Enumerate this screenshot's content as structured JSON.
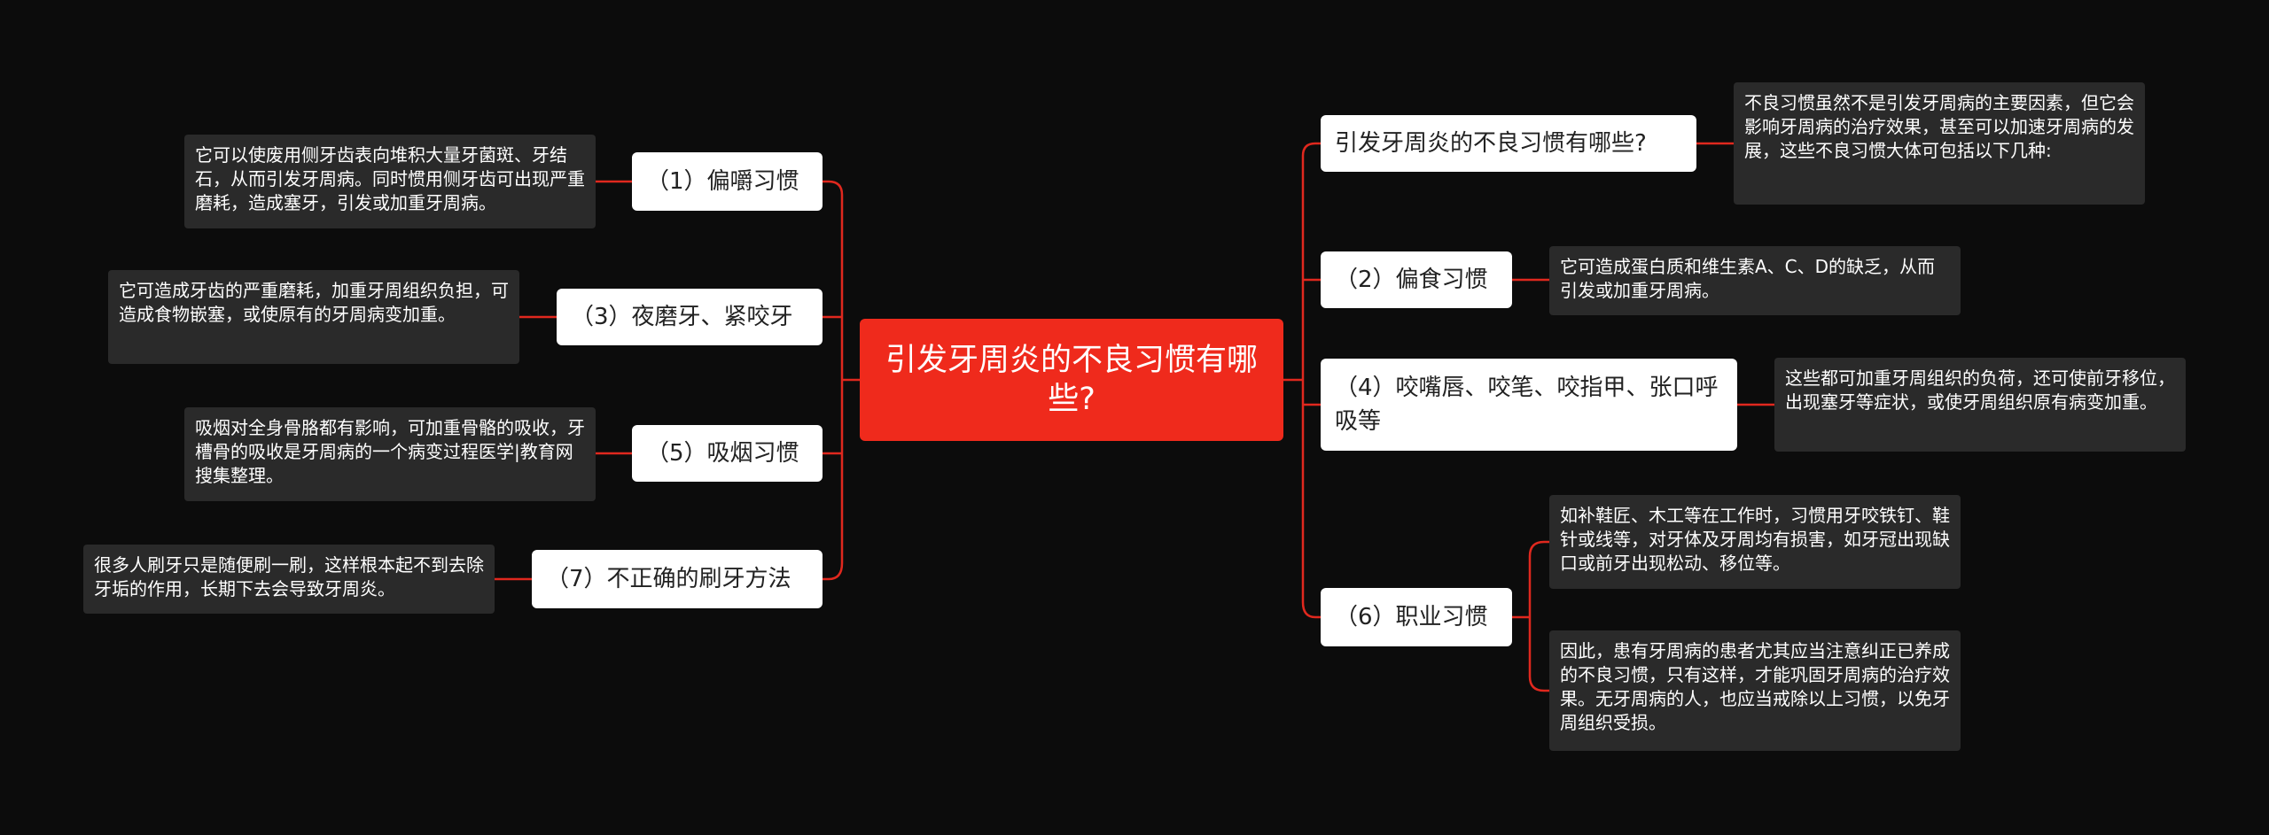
{
  "root": {
    "title": "引发牙周炎的不良习惯有哪些?"
  },
  "left": [
    {
      "title": "（1）偏嚼习惯",
      "desc": "它可以使废用侧牙齿表向堆积大量牙菌斑、牙结石，从而引发牙周病。同时惯用侧牙齿可出现严重磨耗，造成塞牙，引发或加重牙周病。"
    },
    {
      "title": "（3）夜磨牙、紧咬牙",
      "desc": "它可造成牙齿的严重磨耗，加重牙周组织负担，可造成食物嵌塞，或使原有的牙周病变加重。"
    },
    {
      "title": "（5）吸烟习惯",
      "desc": "吸烟对全身骨胳都有影响，可加重骨骼的吸收，牙槽骨的吸收是牙周病的一个病变过程医学|教育网搜集整理。"
    },
    {
      "title": "（7）不正确的刷牙方法",
      "desc": "很多人刷牙只是随便刷一刷，这样根本起不到去除牙垢的作用，长期下去会导致牙周炎。"
    }
  ],
  "right": [
    {
      "title": "引发牙周炎的不良习惯有哪些?",
      "desc": "不良习惯虽然不是引发牙周病的主要因素，但它会影响牙周病的治疗效果，甚至可以加速牙周病的发展，这些不良习惯大体可包括以下几种:"
    },
    {
      "title": "（2）偏食习惯",
      "desc": "它可造成蛋白质和维生素A、C、D的缺乏，从而引发或加重牙周病。"
    },
    {
      "title": "（4）咬嘴唇、咬笔、咬指甲、张口呼吸等",
      "desc": "这些都可加重牙周组织的负荷，还可使前牙移位，出现塞牙等症状，或使牙周组织原有病变加重。"
    },
    {
      "title": "（6）职业习惯",
      "desc1": "如补鞋匠、木工等在工作时，习惯用牙咬铁钉、鞋针或线等，对牙体及牙周均有损害，如牙冠出现缺口或前牙出现松动、移位等。",
      "desc2": "因此，患有牙周病的患者尤其应当注意纠正已养成的不良习惯，只有这样，才能巩固牙周病的治疗效果。无牙周病的人，也应当戒除以上习惯，以免牙周组织受损。"
    }
  ],
  "colors": {
    "background": "#0c0c0c",
    "root": "#ef2a1c",
    "line": "#e0281e",
    "branch": "#ffffff",
    "leaf": "#2a2a2a"
  }
}
